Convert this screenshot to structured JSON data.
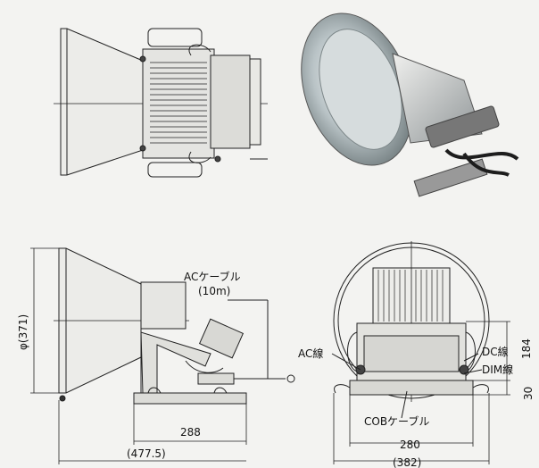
{
  "labels": {
    "ac_cable": "ACケーブル",
    "ac_cable_length": "(10m)",
    "diameter": "φ(371)",
    "width_288": "288",
    "width_477": "(477.5)",
    "ac_wire": "AC線",
    "dc_wire": "DC線",
    "dim_wire": "DIM線",
    "cob_cable": "COBケーブル",
    "width_280": "280",
    "width_382": "(382)",
    "height_184": "184",
    "height_30": "30"
  },
  "colors": {
    "line": "#222222",
    "fill_light": "#e9e9e6",
    "fill_mid": "#cfcfcc",
    "photo_dark": "#1d1d1d",
    "photo_reflector": "#b9c3c6"
  }
}
